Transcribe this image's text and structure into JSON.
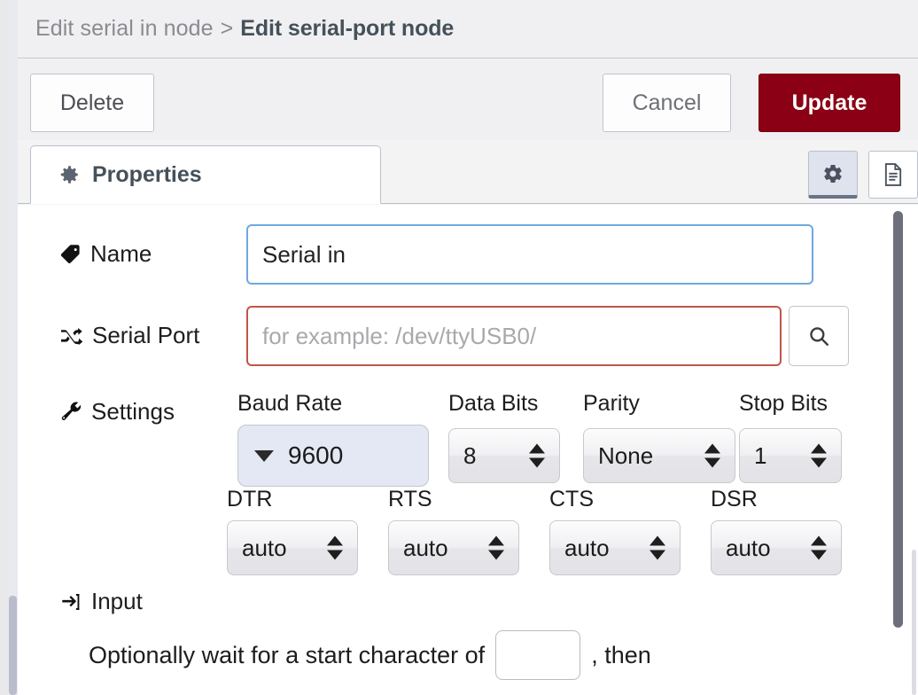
{
  "header": {
    "breadcrumb_previous": "Edit serial in node",
    "breadcrumb_separator": ">",
    "breadcrumb_current": "Edit serial-port node"
  },
  "actions": {
    "delete_label": "Delete",
    "cancel_label": "Cancel",
    "update_label": "Update",
    "update_color": "#8b0014"
  },
  "tabs": {
    "properties_label": "Properties",
    "gear_button": "gear-icon",
    "docs_button": "description-icon"
  },
  "form": {
    "name": {
      "label": "Name",
      "icon": "tag-icon",
      "value": "Serial in",
      "placeholder": "Name",
      "focus_color": "#6ea8e0"
    },
    "serial_port": {
      "label": "Serial Port",
      "icon": "random-icon",
      "value": "",
      "placeholder": "for example: /dev/ttyUSB0/",
      "error_color": "#c0564a",
      "search_button": "search-icon"
    },
    "settings": {
      "label": "Settings",
      "icon": "wrench-icon",
      "fields": [
        {
          "caption": "Baud Rate",
          "value": "9600",
          "type": "combo"
        },
        {
          "caption": "Data Bits",
          "value": "8",
          "type": "select"
        },
        {
          "caption": "Parity",
          "value": "None",
          "type": "select"
        },
        {
          "caption": "Stop Bits",
          "value": "1",
          "type": "select"
        }
      ],
      "flow_fields": [
        {
          "caption": "DTR",
          "value": "auto",
          "type": "select"
        },
        {
          "caption": "RTS",
          "value": "auto",
          "type": "select"
        },
        {
          "caption": "CTS",
          "value": "auto",
          "type": "select"
        },
        {
          "caption": "DSR",
          "value": "auto",
          "type": "select"
        }
      ]
    },
    "input_section": {
      "label": "Input",
      "icon": "sign-in-icon",
      "sentence_before": "Optionally wait for a start character of",
      "start_character_value": "",
      "sentence_after": ", then"
    }
  }
}
